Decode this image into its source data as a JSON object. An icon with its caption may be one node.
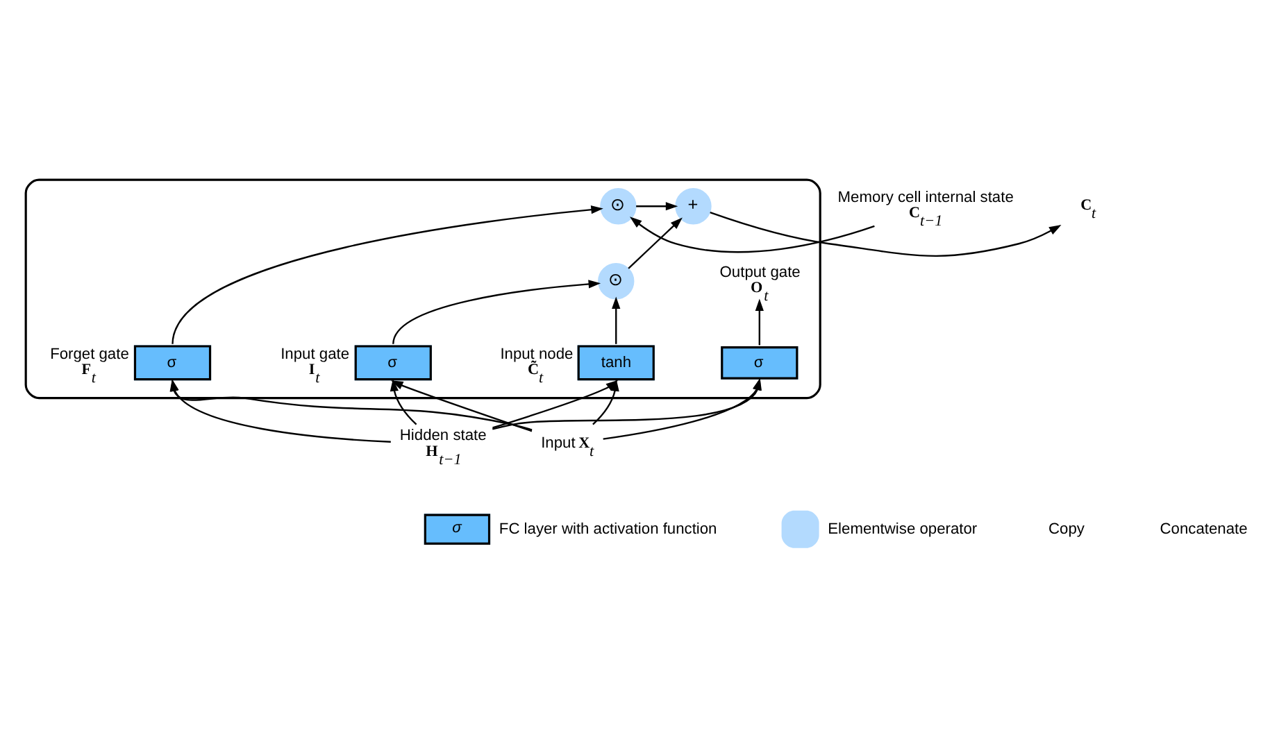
{
  "diagram": {
    "nodes": [
      {
        "text": [],
        "shape": "box"
      },
      {
        "text": [
          "Memory cell internal state",
          "**C**$_{t−1}$"
        ]
      },
      {
        "text": [
          "⊙"
        ],
        "in": 0
      },
      {
        "text": [
          "+"
        ],
        "in": 0
      },
      {
        "text": [
          "⊙"
        ],
        "in": 0
      },
      {
        "text": [
          "Output gate",
          "**O**$_{t}$"
        ],
        "in": 0
      },
      {
        "text": [
          "σ"
        ],
        "beside": [
          "Forget gate",
          "**F**$_{t}$"
        ],
        "in": 0
      },
      {
        "text": [
          "σ"
        ],
        "beside": [
          "Input gate",
          "**I**$_{t}$"
        ],
        "in": 0
      },
      {
        "text": [
          "tanh"
        ],
        "beside": [
          "Input node",
          "**C̃**$_{t}$"
        ],
        "in": 0
      },
      {
        "text": [
          "σ"
        ],
        "in": 0
      },
      {
        "text": [
          "**C**$_{t}$"
        ]
      },
      {
        "text": [
          "Hidden state",
          "**H**$_{t−1}$"
        ]
      },
      {
        "text": [
          "Input **X**$_{t}$"
        ]
      }
    ],
    "edges": [
      {
        "from": 1,
        "to": 2,
        "arrow": "to"
      },
      {
        "from": 2,
        "to": 3,
        "arrow": "to"
      },
      {
        "from": 3,
        "to": 10,
        "arrow": "to"
      },
      {
        "from": 6,
        "to": 2,
        "arrow": "to"
      },
      {
        "from": 7,
        "to": 4,
        "arrow": "to"
      },
      {
        "from": 8,
        "to": 4,
        "arrow": "to"
      },
      {
        "from": 4,
        "to": 3,
        "arrow": "to"
      },
      {
        "from": 9,
        "to": 5,
        "arrow": "to"
      },
      {
        "from": 11,
        "to": 6,
        "arrow": "to"
      },
      {
        "from": 11,
        "to": 7,
        "arrow": "to"
      },
      {
        "from": 11,
        "to": 8,
        "arrow": "to"
      },
      {
        "from": 11,
        "to": 9,
        "arrow": "to"
      },
      {
        "from": 12,
        "to": 6,
        "arrow": "to"
      },
      {
        "from": 12,
        "to": 7,
        "arrow": "to"
      },
      {
        "from": 12,
        "to": 8,
        "arrow": "to"
      },
      {
        "from": 12,
        "to": 9,
        "arrow": "to"
      }
    ],
    "labels": [
      "σ"
    ],
    "legend": [
      {
        "text": "FC layer with activation function"
      },
      {
        "text": "Elementwise operator"
      },
      {
        "text": "Copy"
      },
      {
        "text": "Concatenate"
      }
    ]
  }
}
